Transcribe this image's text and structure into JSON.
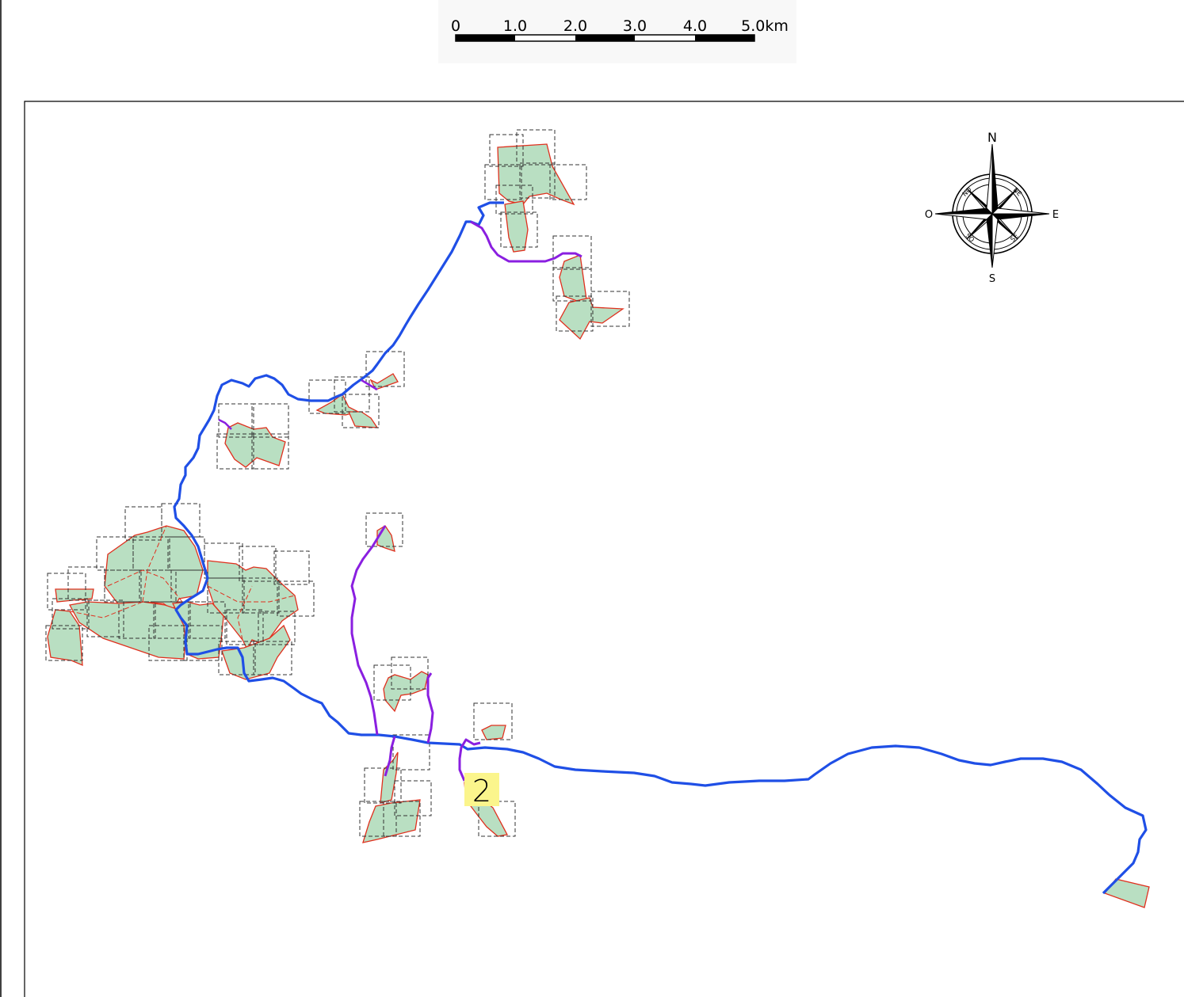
{
  "scale_bar": {
    "labels": [
      "0",
      "1.0",
      "2.0",
      "3.0",
      "4.0",
      "5.0km"
    ]
  },
  "compass": {
    "north": "N",
    "south": "S",
    "east": "E",
    "west": "O",
    "northeast": "NE",
    "northwest": "NO",
    "southeast": "SE",
    "southwest": "SO"
  },
  "callout": {
    "label": "2"
  },
  "colors": {
    "main_road": "#1f4fe6",
    "access_road": "#8a1fe0",
    "parcel_fill": "#b9dfc2",
    "parcel_border": "#e0301e",
    "grid_box": "#333333",
    "callout_bg": "#fbf58c"
  }
}
